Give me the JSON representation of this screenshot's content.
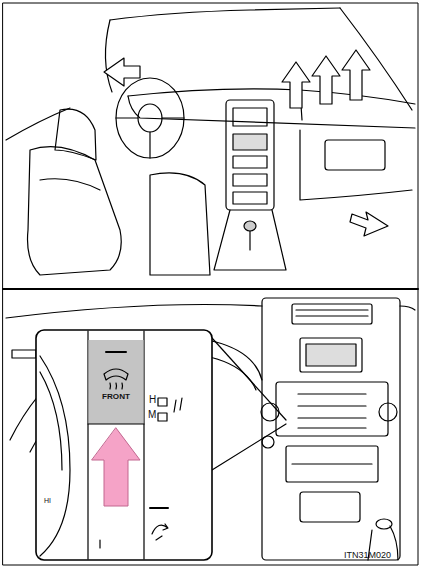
{
  "diagram": {
    "nodes": [
      {
        "text": [
          "FRONT"
        ]
      }
    ],
    "labels": [
      "H",
      "M",
      "HI",
      "ITN31M020"
    ]
  }
}
